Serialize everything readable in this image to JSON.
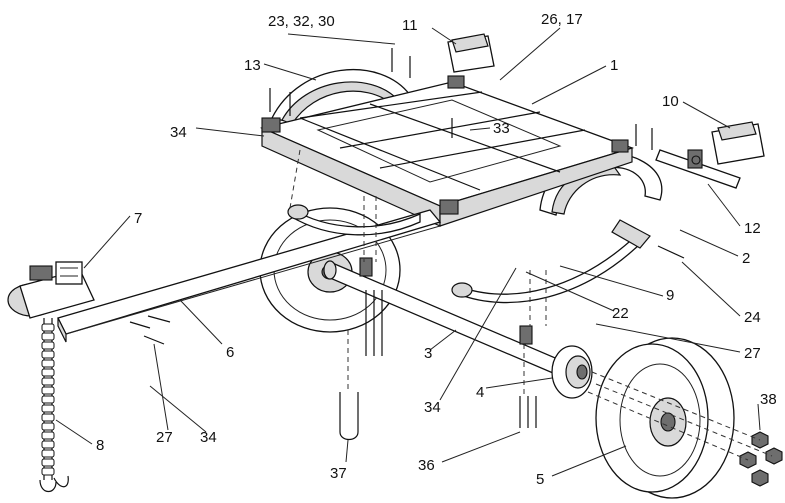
{
  "labels": {
    "l1": "1",
    "l2": "2",
    "l3": "3",
    "l4": "4",
    "l5": "5",
    "l6": "6",
    "l7": "7",
    "l8": "8",
    "l9": "9",
    "l10": "10",
    "l11": "11",
    "l12": "12",
    "l13": "13",
    "l22": "22",
    "l24": "24",
    "l26_17": "26, 17",
    "l23_32_30": "23, 32, 30",
    "l27a": "27",
    "l27b": "27",
    "l33": "33",
    "l34a": "34",
    "l34b": "34",
    "l34c": "34",
    "l36": "36",
    "l37": "37",
    "l38": "38"
  }
}
